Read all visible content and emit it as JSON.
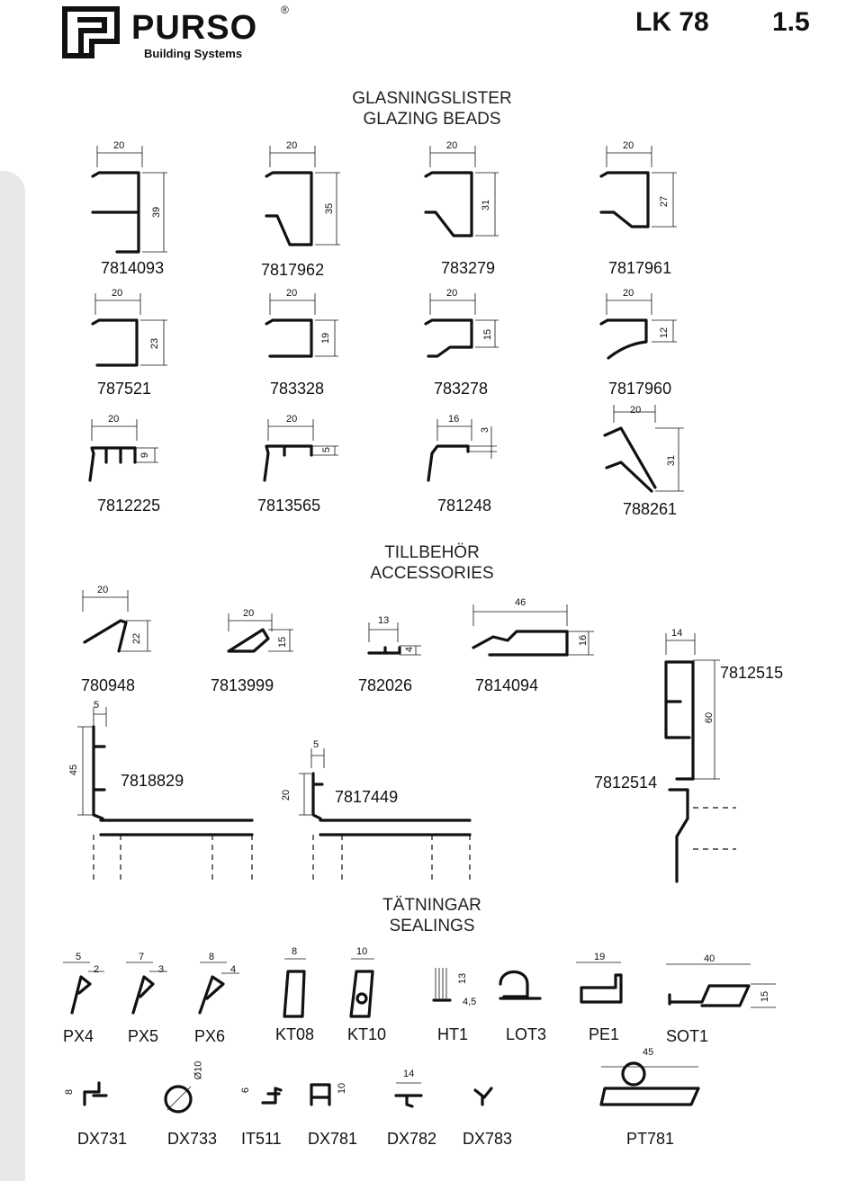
{
  "header": {
    "brand": "PURSO",
    "brand_sub": "Building Systems",
    "registered": "®",
    "model": "LK 78",
    "page": "1.5"
  },
  "sections": {
    "glazing_sv": "GLASNINGSLISTER",
    "glazing_en": "GLAZING BEADS",
    "accessories_sv": "TILLBEHÖR",
    "accessories_en": "ACCESSORIES",
    "sealings_sv": "TÄTNINGAR",
    "sealings_en": "SEALINGS"
  },
  "glazing_beads": [
    {
      "code": "7814093",
      "width": "20",
      "height": "39"
    },
    {
      "code": "7817962",
      "width": "20",
      "height": "35"
    },
    {
      "code": "783279",
      "width": "20",
      "height": "31"
    },
    {
      "code": "7817961",
      "width": "20",
      "height": "27"
    },
    {
      "code": "787521",
      "width": "20",
      "height": "23"
    },
    {
      "code": "783328",
      "width": "20",
      "height": "19"
    },
    {
      "code": "783278",
      "width": "20",
      "height": "15"
    },
    {
      "code": "7817960",
      "width": "20",
      "height": "12"
    },
    {
      "code": "7812225",
      "width": "20",
      "height": "9"
    },
    {
      "code": "7813565",
      "width": "20",
      "height": "5"
    },
    {
      "code": "781248",
      "width": "16",
      "height": "3"
    },
    {
      "code": "788261",
      "width": "20",
      "height": "31"
    }
  ],
  "accessories": [
    {
      "code": "780948",
      "width": "20",
      "height": "22"
    },
    {
      "code": "7813999",
      "width": "20",
      "height": "15"
    },
    {
      "code": "782026",
      "width": "13",
      "height": "4"
    },
    {
      "code": "7814094",
      "width": "46",
      "height": "16"
    },
    {
      "code": "7812515",
      "width": "14",
      "height": "60"
    },
    {
      "code": "7818829",
      "width": "5",
      "height": "45"
    },
    {
      "code": "7817449",
      "width": "5",
      "height": "20"
    },
    {
      "code": "7812514"
    }
  ],
  "sealings": [
    {
      "code": "PX4",
      "dim1": "5",
      "dim2": "2"
    },
    {
      "code": "PX5",
      "dim1": "7",
      "dim2": "3"
    },
    {
      "code": "PX6",
      "dim1": "8",
      "dim2": "4"
    },
    {
      "code": "KT08",
      "dim1": "8"
    },
    {
      "code": "KT10",
      "dim1": "10"
    },
    {
      "code": "HT1",
      "dim1": "13",
      "dim2": "4,5"
    },
    {
      "code": "LOT3"
    },
    {
      "code": "PE1",
      "dim1": "19"
    },
    {
      "code": "SOT1",
      "dim1": "40",
      "dim2": "15"
    },
    {
      "code": "DX731",
      "dim1": "8"
    },
    {
      "code": "DX733",
      "dim1": "Ø10"
    },
    {
      "code": "IT511",
      "dim1": "6"
    },
    {
      "code": "DX781",
      "dim1": "10"
    },
    {
      "code": "DX782",
      "dim1": "14"
    },
    {
      "code": "DX783"
    },
    {
      "code": "PT781",
      "dim1": "45"
    }
  ]
}
